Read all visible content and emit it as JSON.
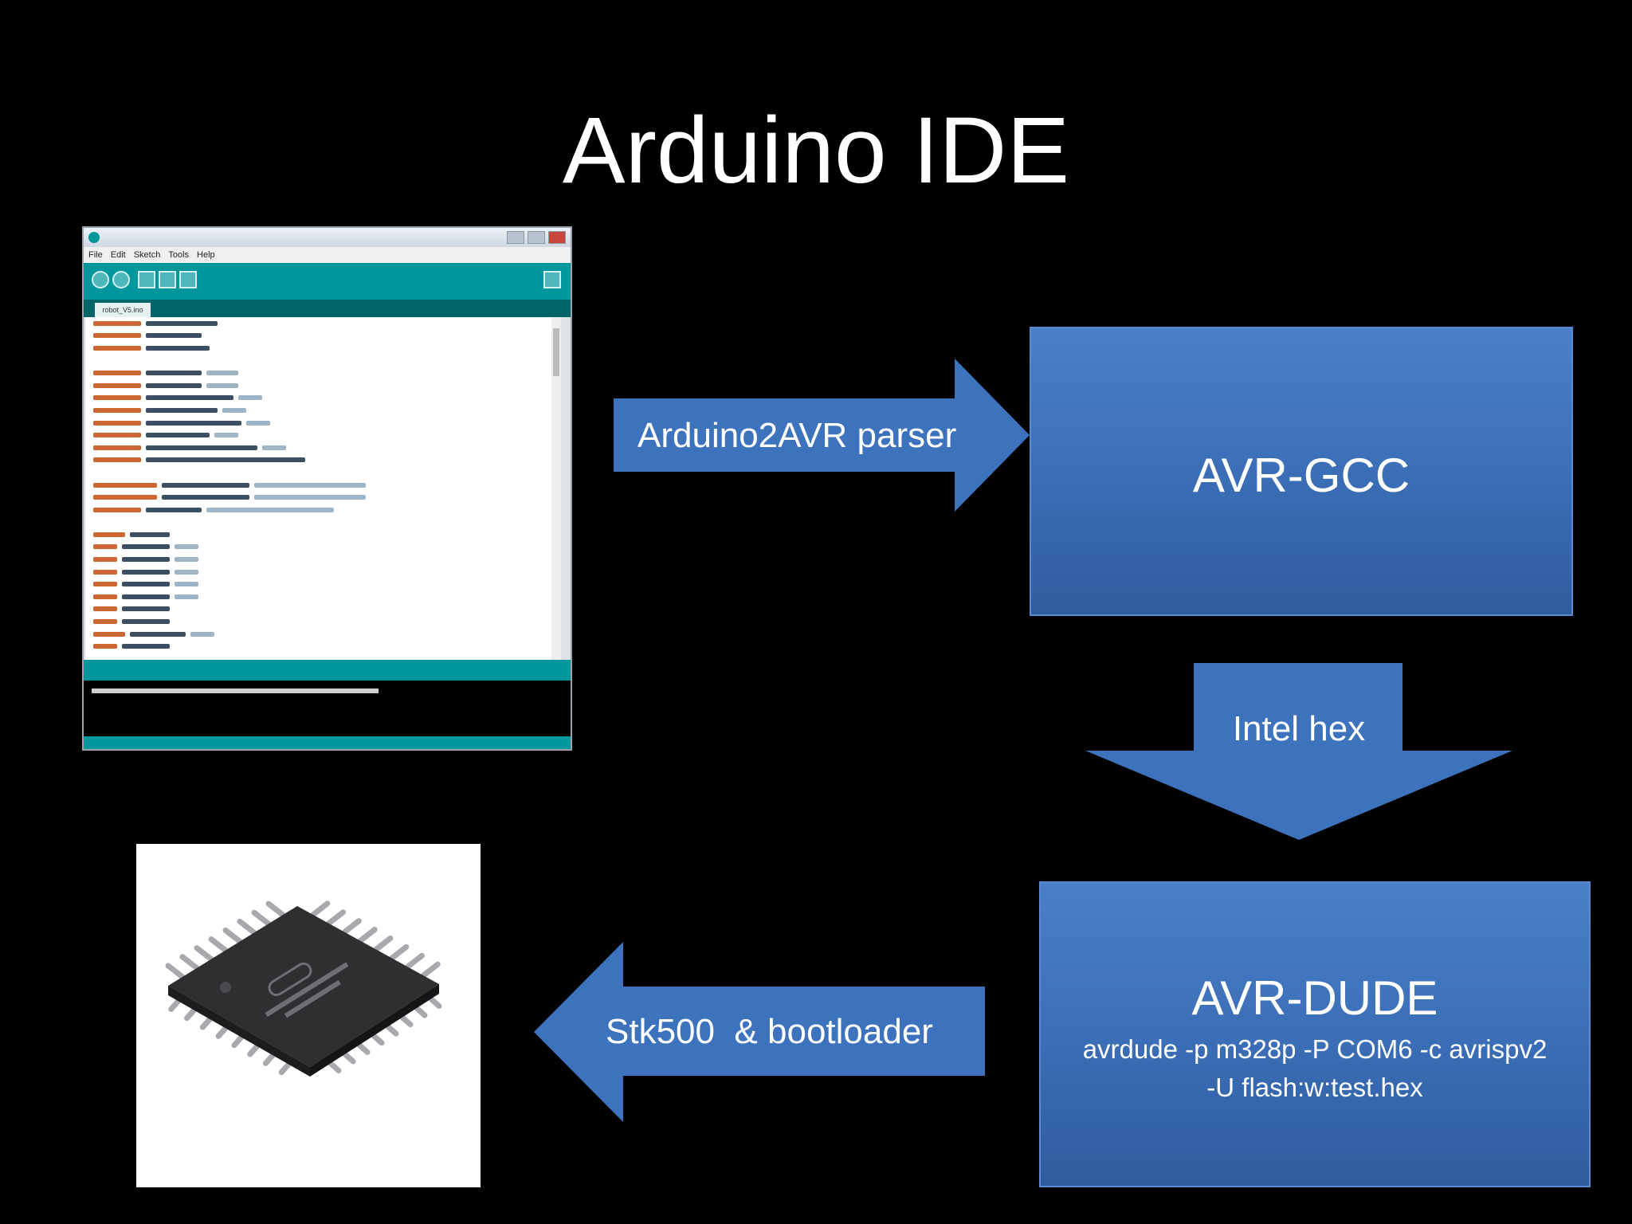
{
  "slide": {
    "title": "Arduino IDE"
  },
  "ide_screenshot": {
    "tab_label": "robot_V5.ino",
    "menu": [
      "File",
      "Edit",
      "Sketch",
      "Tools",
      "Help"
    ]
  },
  "flow": {
    "arrow_parser": "Arduino2AVR parser",
    "box_gcc": "AVR-GCC",
    "arrow_hex": "Intel hex",
    "box_dude": "AVR-DUDE",
    "dude_cmd_line1": "avrdude -p m328p -P COM6 -c avrispv2",
    "dude_cmd_line2": "-U flash:w:test.hex",
    "arrow_upload": "Stk500  & bootloader"
  },
  "colors": {
    "background": "#000000",
    "box_blue": "#3a6db5",
    "ide_teal": "#00979c"
  }
}
